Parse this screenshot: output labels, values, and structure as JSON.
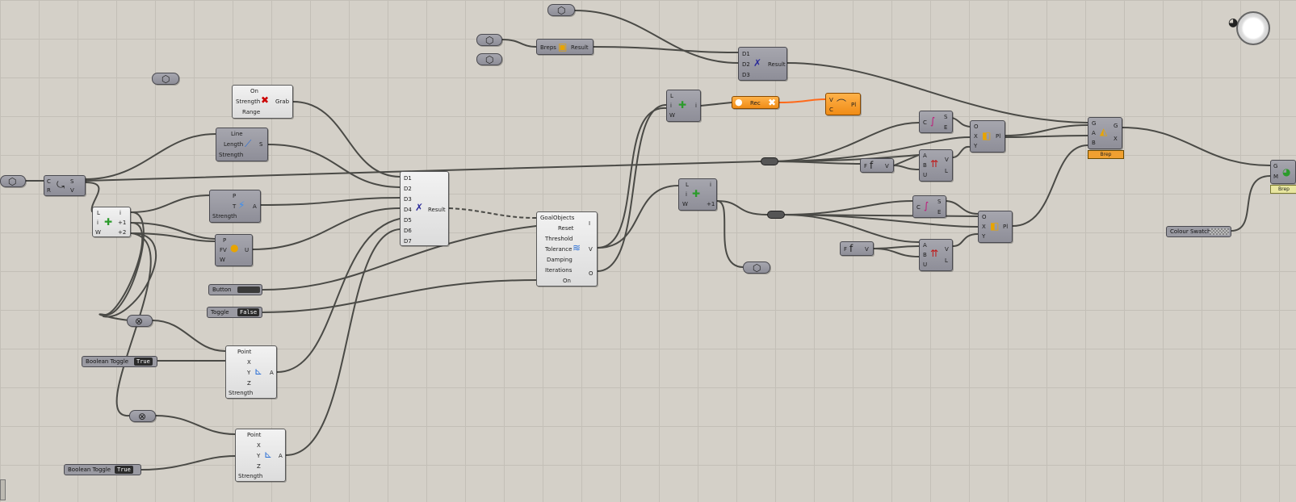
{
  "canvas": {
    "grid_color": "#c3bfb7",
    "background": "#d4d0c8"
  },
  "params": {
    "brep_out": "",
    "brep_in_a": "",
    "brep_in_b": "",
    "geometry_left": "",
    "mesh_left": "",
    "mesh_out": ""
  },
  "anchor": {
    "ports_in": [
      "On",
      "Strength",
      "Range"
    ],
    "out": "Grab"
  },
  "length_goal": {
    "ports_in": [
      "Line",
      "Length",
      "Strength"
    ],
    "out": "S"
  },
  "curve_node": {
    "ports_in": [
      "C",
      "R"
    ],
    "out": [
      "S",
      "V"
    ]
  },
  "series_left": {
    "ports_in": [
      "L",
      "i",
      "W"
    ],
    "out": [
      "i",
      "+1",
      "+2"
    ]
  },
  "pressure": {
    "ports_in": [
      "P",
      "T",
      "Strength"
    ],
    "out": "A"
  },
  "load": {
    "ports_in": [
      "P",
      "FV",
      "W"
    ],
    "out": "U"
  },
  "button": {
    "label": "Button"
  },
  "toggle": {
    "label": "Toggle",
    "value": "False"
  },
  "bool_toggle_1": {
    "label": "Boolean Toggle",
    "value": "True"
  },
  "bool_toggle_2": {
    "label": "Boolean Toggle",
    "value": "True"
  },
  "merge_node": {
    "ports_in": [
      "D1",
      "D2",
      "D3",
      "D4",
      "D5",
      "D6",
      "D7"
    ],
    "out": "Result"
  },
  "point_goal_1": {
    "ports_in": [
      "Point",
      "X",
      "Y",
      "Z",
      "Strength"
    ],
    "out": "A"
  },
  "point_goal_2": {
    "ports_in": [
      "Point",
      "X",
      "Y",
      "Z",
      "Strength"
    ],
    "out": "A"
  },
  "solver": {
    "ports_in": [
      "GoalObjects",
      "Reset",
      "Threshold",
      "Tolerance",
      "Damping",
      "Iterations",
      "On"
    ],
    "out": [
      "I",
      "V",
      "O"
    ]
  },
  "merge_breps": {
    "in": "Breps",
    "out": "Result"
  },
  "merge_top": {
    "ports_in": [
      "D1",
      "D2",
      "D3"
    ],
    "out": "Result"
  },
  "list_item_top": {
    "ports_in": [
      "L",
      "i",
      "W"
    ],
    "out": "i"
  },
  "list_item_mid": {
    "ports_in": [
      "L",
      "i",
      "W"
    ],
    "out": [
      "i",
      "+1"
    ]
  },
  "recorder": {
    "label": "Rec"
  },
  "pipe": {
    "ports_in": [
      "V",
      "C"
    ],
    "out": "Pl"
  },
  "subcurve_1": {
    "ports_in": [
      "C"
    ],
    "out": [
      "S",
      "E"
    ]
  },
  "subcurve_2": {
    "ports_in": [
      "C"
    ],
    "out": [
      "S",
      "E"
    ]
  },
  "plane_1": {
    "ports_in": [
      "O",
      "X",
      "Y"
    ],
    "out": "Pl"
  },
  "plane_2": {
    "ports_in": [
      "O",
      "X",
      "Y"
    ],
    "out": "Pl"
  },
  "expr_1": {
    "ports_in": [
      "F"
    ],
    "out": "V"
  },
  "expr_2": {
    "ports_in": [
      "F"
    ],
    "out": "V"
  },
  "vec_1": {
    "ports_in": [
      "A",
      "B",
      "U"
    ],
    "out": [
      "V",
      "L"
    ]
  },
  "vec_2": {
    "ports_in": [
      "A",
      "B",
      "U"
    ],
    "out": [
      "V",
      "L"
    ]
  },
  "orient": {
    "ports_in": [
      "G",
      "A",
      "B"
    ],
    "out": [
      "G",
      "X"
    ],
    "tag": "Brep"
  },
  "preview": {
    "ports_in": [
      "G",
      "M"
    ],
    "tag": "Brep"
  },
  "colour_swatch": {
    "label": "Colour Swatch"
  },
  "colors": {
    "wire": "#4a4a46",
    "wire_orange": "#ff6a1a",
    "orange": "#f7a23a",
    "node": "#9a9aa2"
  }
}
